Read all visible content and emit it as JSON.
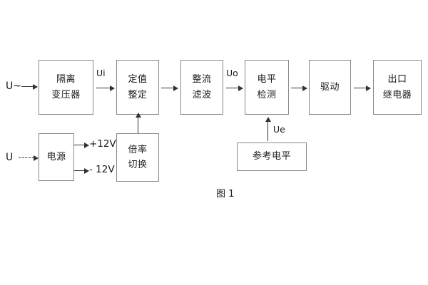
{
  "figure": {
    "caption": "图 1",
    "stroke_color": "#888888",
    "arrow_color": "#333333",
    "text_color": "#1a1a1a",
    "background": "#ffffff"
  },
  "inputs": {
    "ac_input_label": "U~",
    "dc_input_label": "U"
  },
  "signals": {
    "ui": "Ui",
    "uo": "Uo",
    "ue": "Ue"
  },
  "power_rails": {
    "positive": "+12V",
    "negative": "- 12V"
  },
  "main_chain": [
    {
      "id": "isolation-transformer",
      "line1": "隔离",
      "line2": "变压器"
    },
    {
      "id": "setting-value",
      "line1": "定值",
      "line2": "整定"
    },
    {
      "id": "rectify-filter",
      "line1": "整流",
      "line2": "滤波"
    },
    {
      "id": "level-detection",
      "line1": "电平",
      "line2": "检测"
    },
    {
      "id": "drive",
      "line1": "驱动",
      "line2": ""
    },
    {
      "id": "output-relay",
      "line1": "出口",
      "line2": "继电器"
    }
  ],
  "support_blocks": [
    {
      "id": "power-supply",
      "line1": "电源",
      "line2": ""
    },
    {
      "id": "ratio-switching",
      "line1": "倍率",
      "line2": "切换"
    },
    {
      "id": "reference-level",
      "line1": "参考电平",
      "line2": ""
    }
  ]
}
